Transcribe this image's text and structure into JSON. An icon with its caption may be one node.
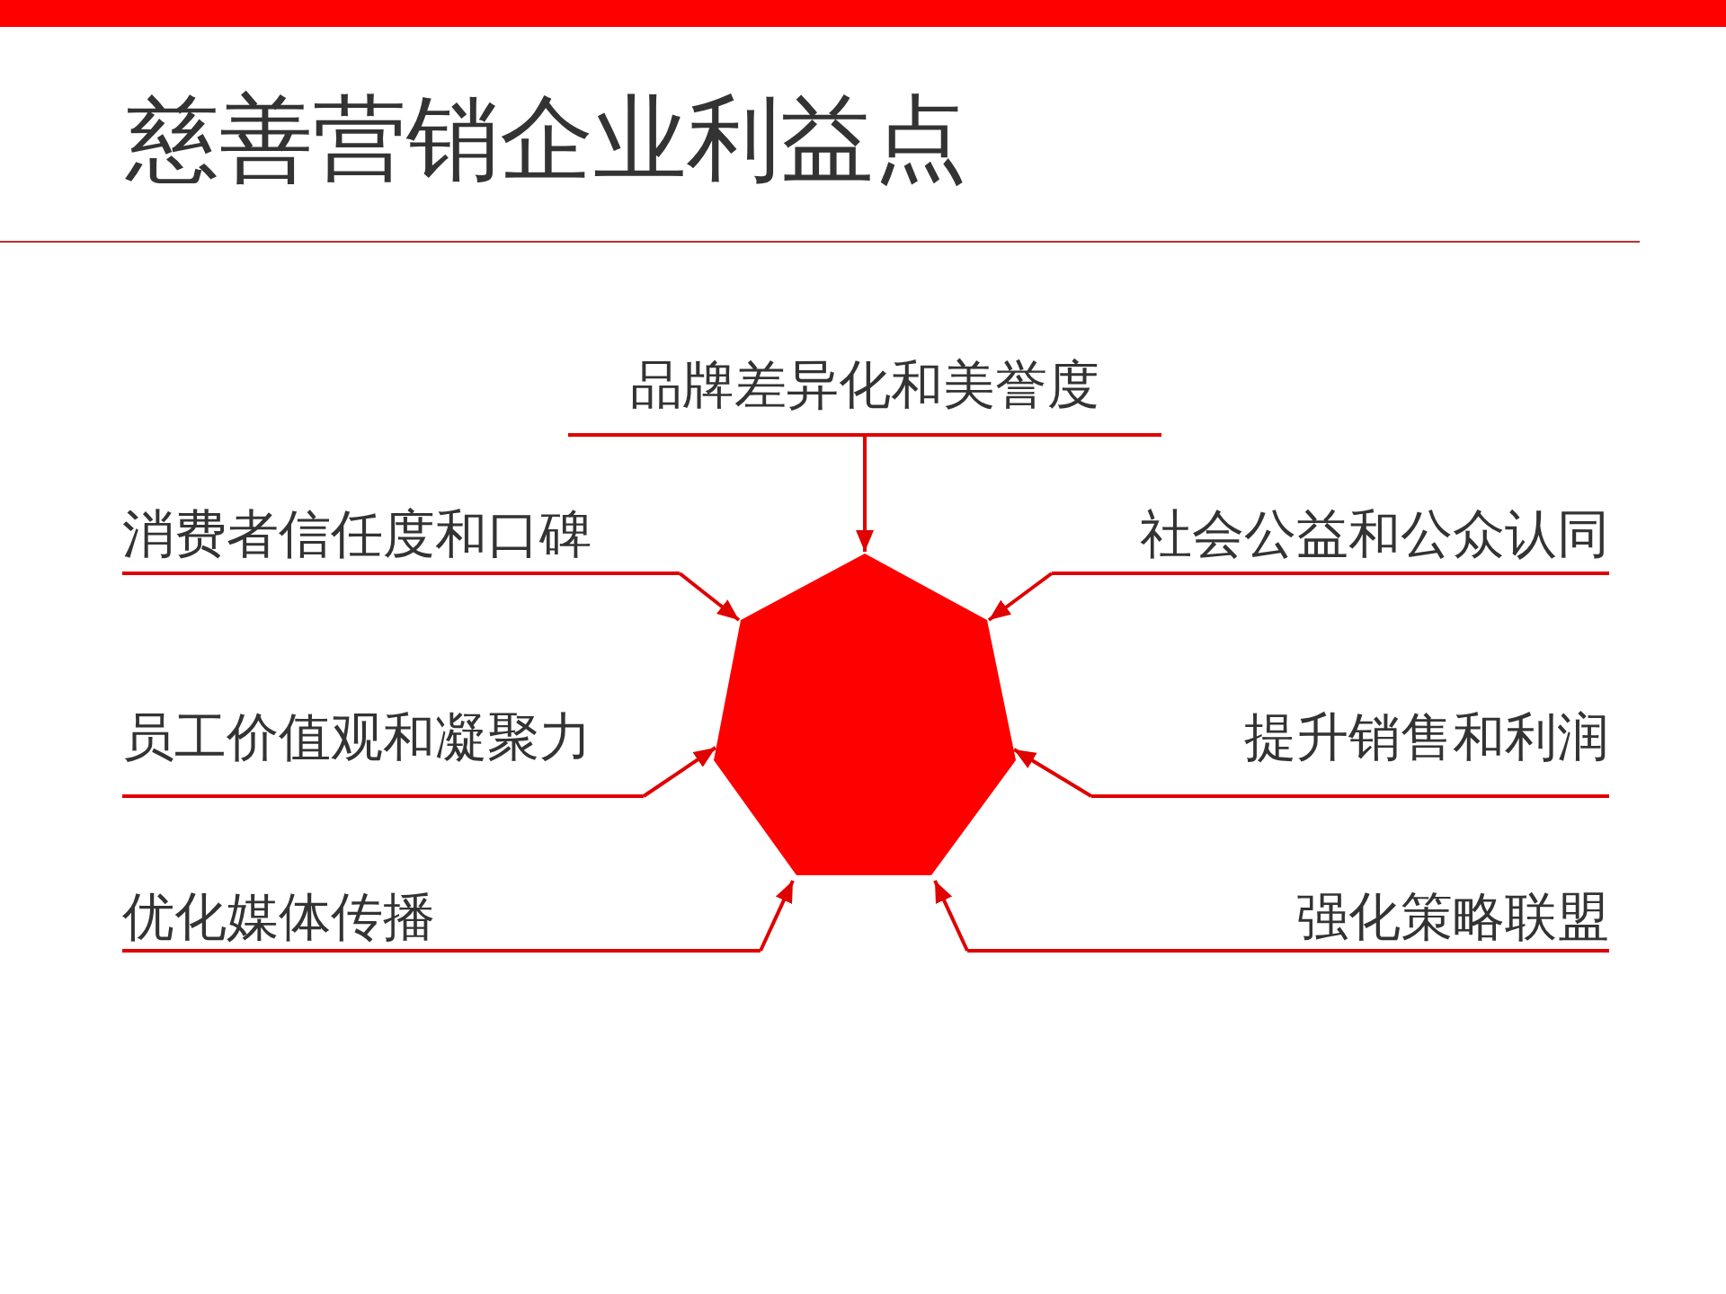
{
  "diagram": {
    "title": "慈善营销企业利益点",
    "nodes": [
      {
        "text": [
          "品牌差异化和美誉度"
        ]
      },
      {
        "text": [
          "消费者信任度和口碑"
        ]
      },
      {
        "text": [
          "社会公益和公众认同"
        ]
      },
      {
        "text": [
          "员工价值观和凝聚力"
        ]
      },
      {
        "text": [
          "提升销售和利润"
        ]
      },
      {
        "text": [
          "优化媒体传播"
        ]
      },
      {
        "text": [
          "强化策略联盟"
        ]
      },
      {
        "text": [],
        "shape": "heptagon"
      }
    ],
    "edges": [
      {
        "from": 0,
        "to": 7,
        "arrow": "to"
      },
      {
        "from": 1,
        "to": 7,
        "arrow": "to"
      },
      {
        "from": 2,
        "to": 7,
        "arrow": "to"
      },
      {
        "from": 3,
        "to": 7,
        "arrow": "to"
      },
      {
        "from": 4,
        "to": 7,
        "arrow": "to"
      },
      {
        "from": 5,
        "to": 7,
        "arrow": "to"
      },
      {
        "from": 6,
        "to": 7,
        "arrow": "to"
      }
    ]
  }
}
